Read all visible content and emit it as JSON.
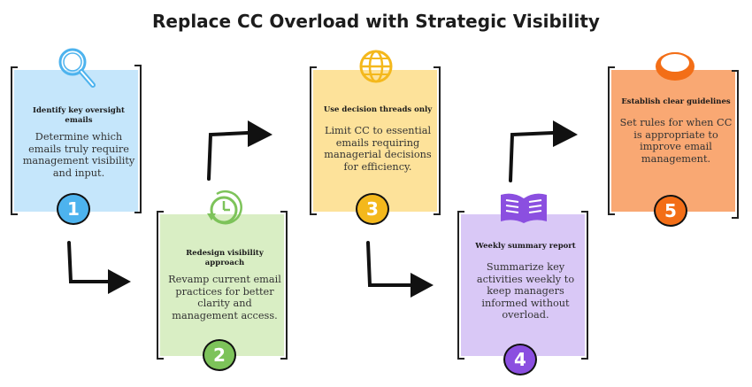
{
  "title": "Replace CC Overload with Strategic Visibility",
  "steps": [
    {
      "number": "1",
      "heading": "Identify key oversight emails",
      "body": "Determine which emails truly require management visibility and input.",
      "icon": "magnifier-icon",
      "color": "#c5e6fb",
      "accent": "#4db3ee"
    },
    {
      "number": "2",
      "heading": "Redesign visibility approach",
      "body": "Revamp current email practices for better clarity and management access.",
      "icon": "clock-cycle-icon",
      "color": "#d9eec4",
      "accent": "#7dc35a"
    },
    {
      "number": "3",
      "heading": "Use decision threads only",
      "body": "Limit CC to essential emails requiring managerial decisions for efficiency.",
      "icon": "globe-icon",
      "color": "#fde29a",
      "accent": "#f4b81c"
    },
    {
      "number": "4",
      "heading": "Weekly summary report",
      "body": "Summarize key activities weekly to keep managers informed without overload.",
      "icon": "open-book-icon",
      "color": "#d9c8f6",
      "accent": "#8b4fe0"
    },
    {
      "number": "5",
      "heading": "Establish clear guidelines",
      "body": "Set rules for when CC is appropriate to improve email management.",
      "icon": "button-disc-icon",
      "color": "#f9a873",
      "accent": "#f36e17"
    }
  ]
}
